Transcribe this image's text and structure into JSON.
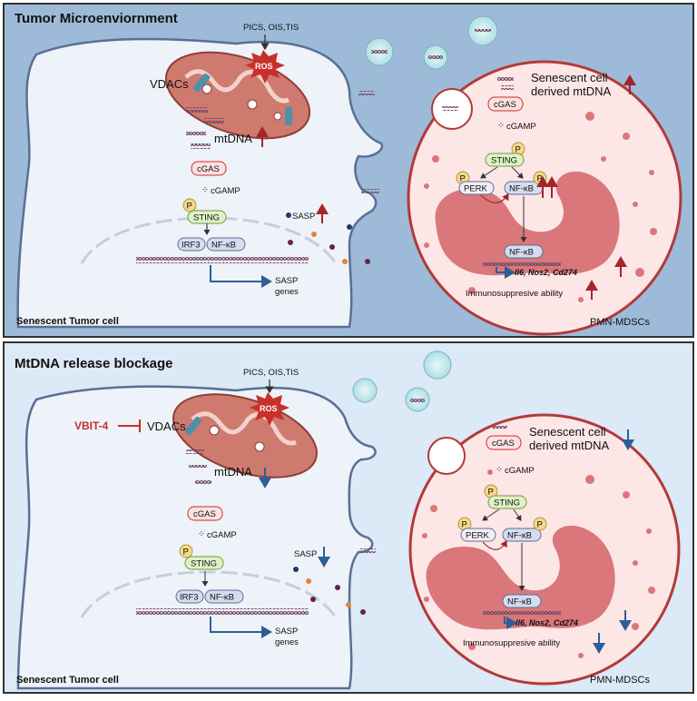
{
  "top": {
    "title": "Tumor Microenviornment",
    "triggers": "PICS, OIS,TIS",
    "ros": "ROS",
    "vdacs": "VDACs",
    "mtdna": "mtDNA",
    "cgas": "cGAS",
    "cgamp": "cGAMP",
    "p": "P",
    "sting": "STING",
    "irf3": "IRF3",
    "nfkb": "NF-κB",
    "sasp": "SASP",
    "sasp_genes_1": "SASP",
    "sasp_genes_2": "genes",
    "cell_label": "Senescent Tumor cell",
    "mdsc_title_1": "Senescent cell",
    "mdsc_title_2": "derived mtDNA",
    "perk": "PERK",
    "genes": "Il6, Nos2, Cd274",
    "immuno": "Immunosuppresive ability",
    "mdsc_label": "PMN-MDSCs"
  },
  "bottom": {
    "title": "MtDNA release blockage",
    "inhibitor": "VBIT-4",
    "triggers": "PICS, OIS,TIS",
    "ros": "ROS",
    "vdacs": "VDACs",
    "mtdna": "mtDNA",
    "cgas": "cGAS",
    "cgamp": "cGAMP",
    "p": "P",
    "sting": "STING",
    "irf3": "IRF3",
    "nfkb": "NF-κB",
    "sasp": "SASP",
    "sasp_genes_1": "SASP",
    "sasp_genes_2": "genes",
    "cell_label": "Senescent Tumor cell",
    "mdsc_title_1": "Senescent cell",
    "mdsc_title_2": "derived mtDNA",
    "perk": "PERK",
    "genes": "Il6, Nos2, Cd274",
    "immuno": "Immunosuppresive ability",
    "mdsc_label": "PMN-MDSCs"
  },
  "colors": {
    "top_bg": "#9dbbd8",
    "bottom_bg": "#dce9f6",
    "cell_fill": "#eef2f9",
    "cell_stroke": "#5a6f95",
    "mito": "#cf7a6e",
    "mdsc_fill": "#fde6e6",
    "mdsc_stroke": "#b23a3a",
    "nucleus": "#d9777a",
    "up_arrow": "#a4252a",
    "down_arrow": "#2c5f98",
    "inhibitor": "#c8302b"
  }
}
